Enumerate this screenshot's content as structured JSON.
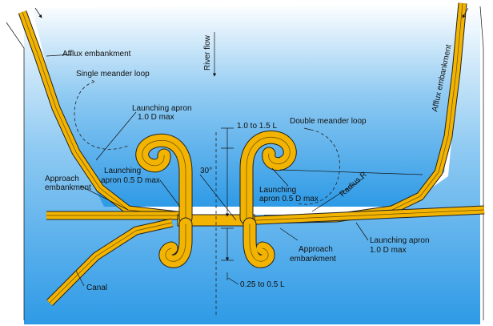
{
  "labels": {
    "afflux_left": "Afflux embankment",
    "afflux_right": "Afflux embankment",
    "river_flow": "River flow",
    "single_meander": "Single meander loop",
    "double_meander": "Double meander loop",
    "launching_apron_top_1": "Launching apron",
    "launching_apron_top_2": "1.0 D max",
    "launching_apron_left_1": "Launching",
    "launching_apron_left_2": "apron 0.5 D max",
    "launching_apron_right_1": "Launching",
    "launching_apron_right_2": "apron 0.5 D max",
    "launching_apron_bottom_1": "Launching apron",
    "launching_apron_bottom_2": "1.0 D max",
    "approach_left_1": "Approach",
    "approach_left_2": "embankment",
    "approach_right_1": "Approach",
    "approach_right_2": "embankment",
    "canal": "Canal",
    "dim_top": "1.0 to 1.5 L",
    "dim_bottom": "0.25 to 0.5 L",
    "angle": "30°",
    "radius": "Radius R"
  },
  "colors": {
    "water_top": "#ffffff",
    "water_bottom": "#2e9ae6",
    "embankment": "#f2b400",
    "outline": "#222222"
  }
}
